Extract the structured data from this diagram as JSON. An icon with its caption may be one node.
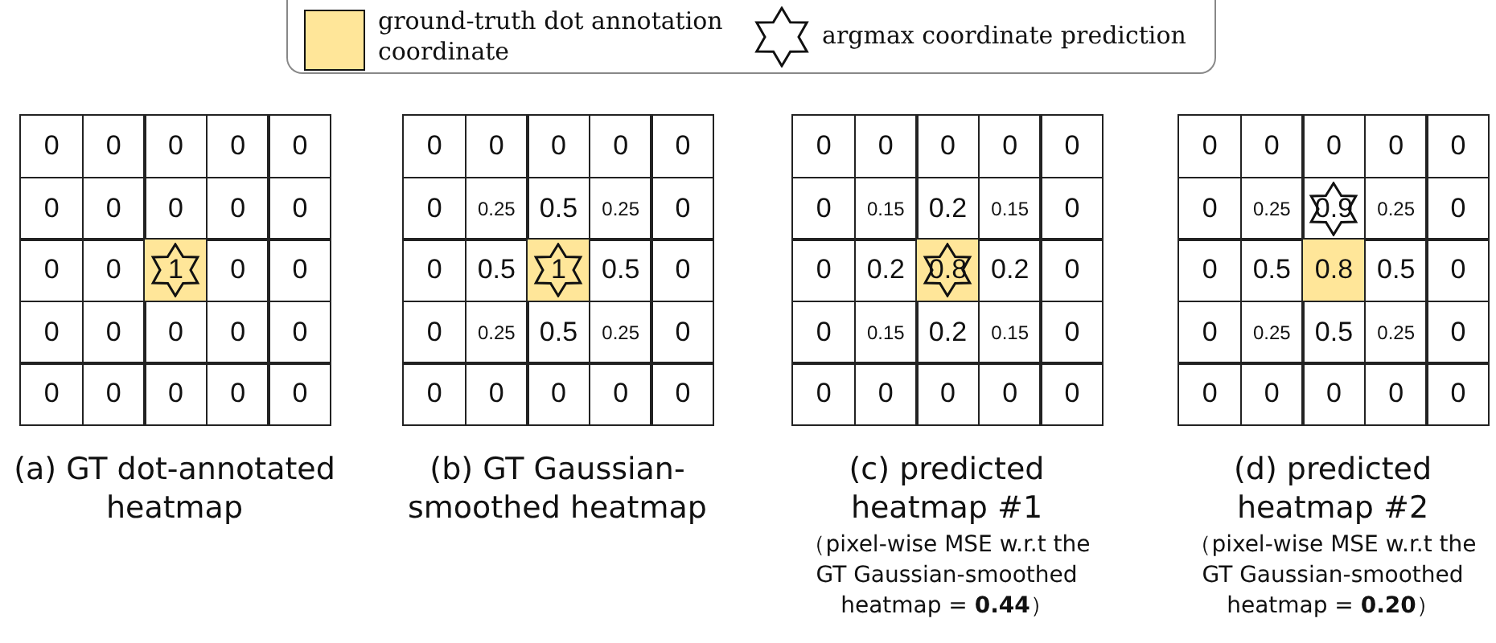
{
  "diagram": {
    "labels": [
      "0",
      "0",
      "0",
      "0",
      "0",
      "0",
      "0",
      "0",
      "0",
      "0",
      "0",
      "0",
      "1",
      "0",
      "0",
      "0",
      "0",
      "0",
      "0",
      "0",
      "0",
      "0",
      "0",
      "0",
      "0",
      "0",
      "0",
      "0",
      "0",
      "0",
      "0",
      "0.25",
      "0.5",
      "0.25",
      "0",
      "0",
      "0.5",
      "1",
      "0.5",
      "0",
      "0",
      "0.25",
      "0.5",
      "0.25",
      "0",
      "0",
      "0",
      "0",
      "0",
      "0",
      "0",
      "0",
      "0",
      "0",
      "0",
      "0",
      "0.15",
      "0.2",
      "0.15",
      "0",
      "0",
      "0.2",
      "0.8",
      "0.2",
      "0",
      "0",
      "0.15",
      "0.2",
      "0.15",
      "0",
      "0",
      "0",
      "0",
      "0",
      "0",
      "0",
      "0",
      "0",
      "0",
      "0",
      "0",
      "0.25",
      "0.9",
      "0.25",
      "0",
      "0",
      "0.5",
      "0.8",
      "0.5",
      "0",
      "0",
      "0.25",
      "0.5",
      "0.25",
      "0",
      "0",
      "0",
      "0",
      "0",
      "0",
      "(a) GT dot-annotated heatmap",
      "(b) GT Gaussian-smoothed heatmap",
      "(c) predicted heatmap #1",
      "（pixel-wise MSE w.r.t the GT Gaussian-smoothed heatmap = **0.44**）",
      "(d) predicted heatmap #2",
      "（pixel-wise MSE w.r.t the GT Gaussian-smoothed heatmap = **0.20**）"
    ],
    "legend": [
      {
        "text": "ground-truth dot annotation coordinate",
        "color": "#ffe699"
      },
      {
        "text": "argmax coordinate prediction"
      }
    ]
  }
}
